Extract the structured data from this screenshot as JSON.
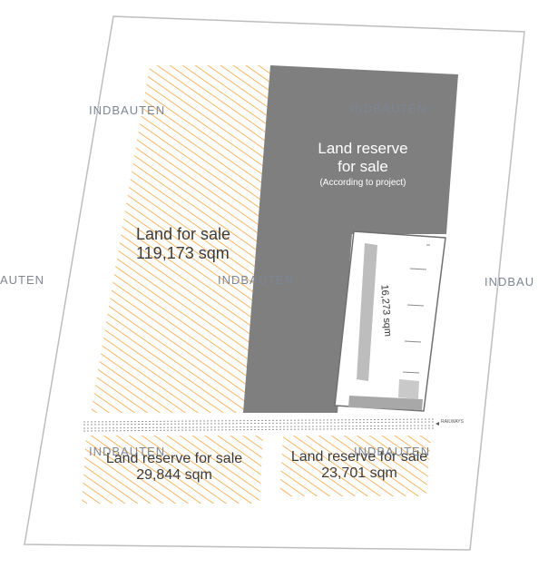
{
  "map": {
    "land_for_sale": {
      "title": "Land for sale",
      "area": "119,173 sqm"
    },
    "land_reserve_top": {
      "title_line1": "Land reserve",
      "title_line2": "for sale",
      "note": "(According to project)"
    },
    "building_area": "16,273 sqm",
    "railway_label": "RAILWAYS",
    "land_reserve_left": {
      "title": "Land reserve for sale",
      "area": "29,844 sqm"
    },
    "land_reserve_right": {
      "title": "Land reserve for sale",
      "area": "23,701 sqm"
    },
    "watermark": {
      "full": "INDBAUTEN",
      "partial_left": "AUTEN",
      "partial_right": "INDBAU"
    }
  },
  "colors": {
    "hatch": "#f6a43f",
    "reserve": "#7f7f7f",
    "outline": "#bdbdbd",
    "watermark": "#7d8593",
    "accent": "#f39a2c"
  }
}
